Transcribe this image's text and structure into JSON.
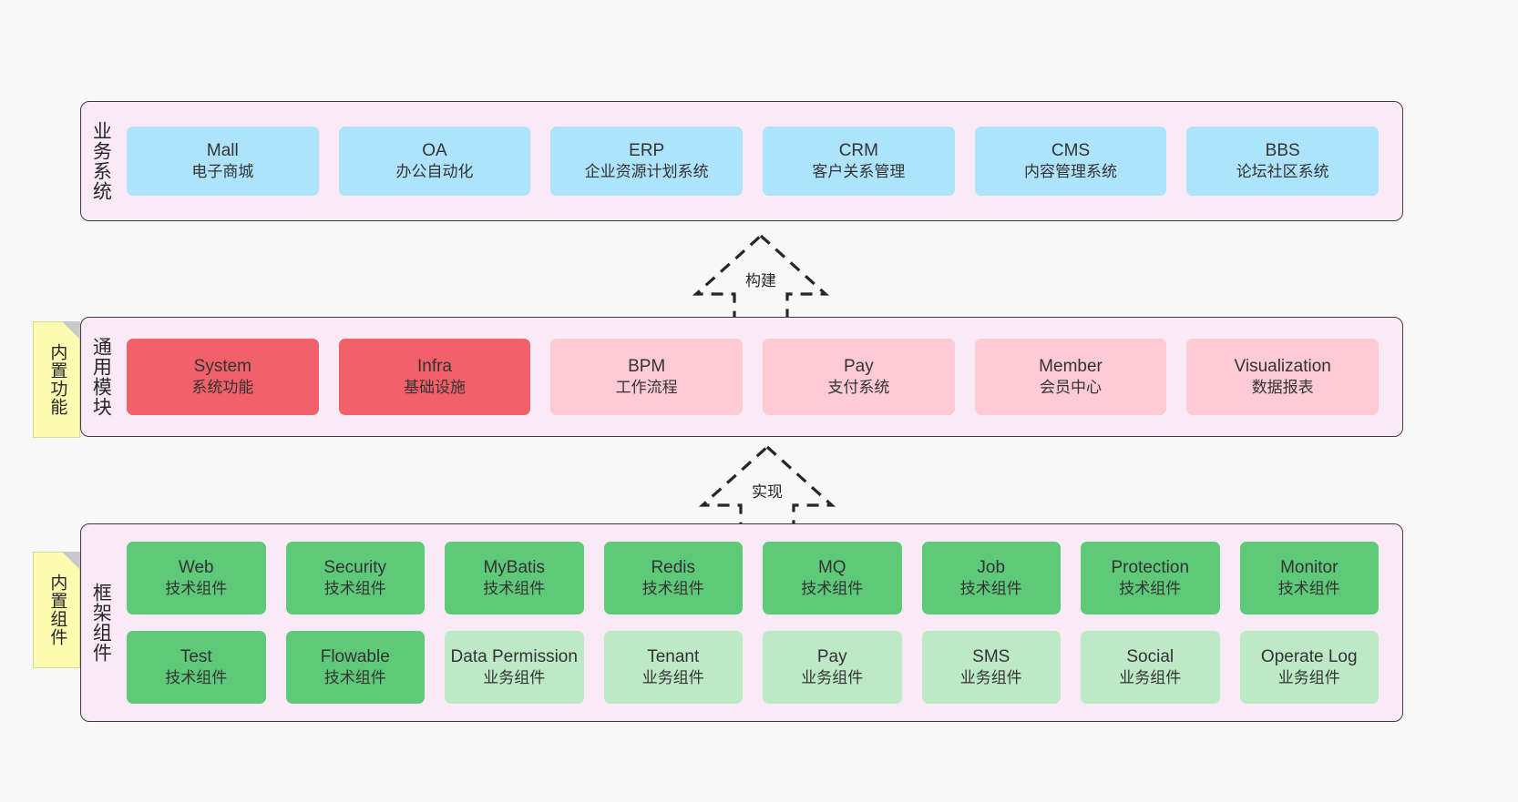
{
  "bands": {
    "business": {
      "title": "业务系统",
      "items": [
        {
          "en": "Mall",
          "cn": "电子商城"
        },
        {
          "en": "OA",
          "cn": "办公自动化"
        },
        {
          "en": "ERP",
          "cn": "企业资源计划系统"
        },
        {
          "en": "CRM",
          "cn": "客户关系管理"
        },
        {
          "en": "CMS",
          "cn": "内容管理系统"
        },
        {
          "en": "BBS",
          "cn": "论坛社区系统"
        }
      ]
    },
    "modules": {
      "title": "通用模块",
      "note": "内置功能",
      "items": [
        {
          "en": "System",
          "cn": "系统功能",
          "style": "c-red"
        },
        {
          "en": "Infra",
          "cn": "基础设施",
          "style": "c-red"
        },
        {
          "en": "BPM",
          "cn": "工作流程",
          "style": "c-pink"
        },
        {
          "en": "Pay",
          "cn": "支付系统",
          "style": "c-pink"
        },
        {
          "en": "Member",
          "cn": "会员中心",
          "style": "c-pink"
        },
        {
          "en": "Visualization",
          "cn": "数据报表",
          "style": "c-pink"
        }
      ]
    },
    "framework": {
      "title": "框架组件",
      "note": "内置组件",
      "row1": [
        {
          "en": "Web",
          "cn": "技术组件",
          "style": "c-green"
        },
        {
          "en": "Security",
          "cn": "技术组件",
          "style": "c-green"
        },
        {
          "en": "MyBatis",
          "cn": "技术组件",
          "style": "c-green"
        },
        {
          "en": "Redis",
          "cn": "技术组件",
          "style": "c-green"
        },
        {
          "en": "MQ",
          "cn": "技术组件",
          "style": "c-green"
        },
        {
          "en": "Job",
          "cn": "技术组件",
          "style": "c-green"
        },
        {
          "en": "Protection",
          "cn": "技术组件",
          "style": "c-green"
        },
        {
          "en": "Monitor",
          "cn": "技术组件",
          "style": "c-green"
        }
      ],
      "row2": [
        {
          "en": "Test",
          "cn": "技术组件",
          "style": "c-green"
        },
        {
          "en": "Flowable",
          "cn": "技术组件",
          "style": "c-green"
        },
        {
          "en": "Data Permission",
          "cn": "业务组件",
          "style": "c-lgreen"
        },
        {
          "en": "Tenant",
          "cn": "业务组件",
          "style": "c-lgreen"
        },
        {
          "en": "Pay",
          "cn": "业务组件",
          "style": "c-lgreen"
        },
        {
          "en": "SMS",
          "cn": "业务组件",
          "style": "c-lgreen"
        },
        {
          "en": "Social",
          "cn": "业务组件",
          "style": "c-lgreen"
        },
        {
          "en": "Operate Log",
          "cn": "业务组件",
          "style": "c-lgreen"
        }
      ]
    }
  },
  "arrows": {
    "build": {
      "label": "构建"
    },
    "realize": {
      "label": "实现"
    }
  },
  "colors": {
    "band_background": "#faeaf5",
    "band_border": "#3d3d3d",
    "business_cell": "#ade3fb",
    "module_primary": "#f2606a",
    "module_secondary": "#fccbd4",
    "component_tech": "#5fc97a",
    "component_business": "#bde9c6",
    "note_background": "#fcfbb0",
    "page_background": "#f8f8f8"
  }
}
